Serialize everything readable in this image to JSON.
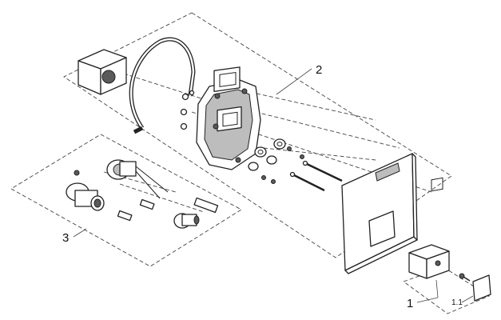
{
  "callouts": {
    "label_1": "1",
    "label_1_1": "1.1",
    "label_2": "2",
    "label_3": "3"
  }
}
